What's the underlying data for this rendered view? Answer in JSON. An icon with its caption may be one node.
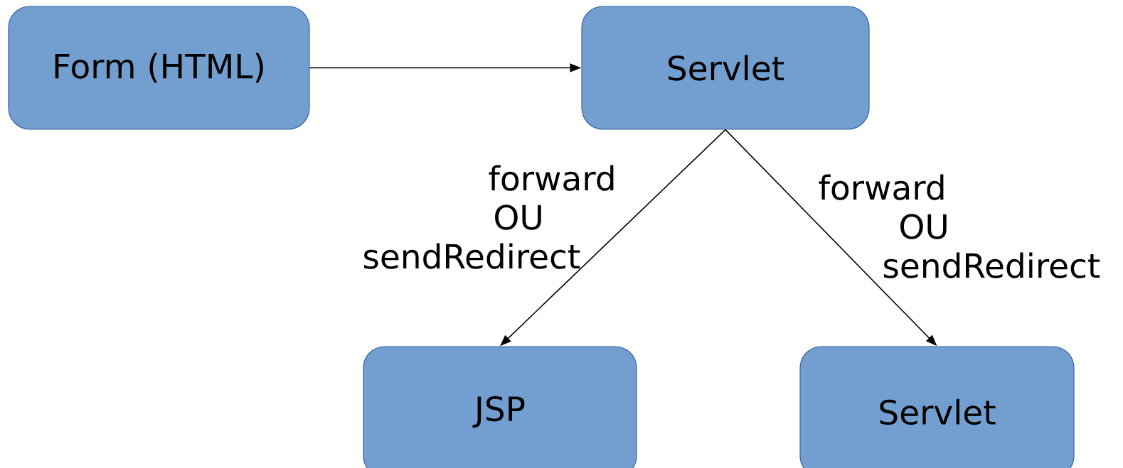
{
  "diagram": {
    "nodes": [
      {
        "text": [
          "Form (HTML)"
        ]
      },
      {
        "text": [
          "Servlet"
        ]
      },
      {
        "text": [
          "JSP"
        ]
      },
      {
        "text": [
          "Servlet"
        ]
      }
    ],
    "edges": [
      {
        "from": 0,
        "to": 1,
        "arrow": "to"
      },
      {
        "from": 1,
        "to": 2,
        "arrow": "to",
        "label": "forward OU sendRedirect"
      },
      {
        "from": 1,
        "to": 3,
        "arrow": "to",
        "label": "forward OU sendRedirect"
      }
    ]
  }
}
